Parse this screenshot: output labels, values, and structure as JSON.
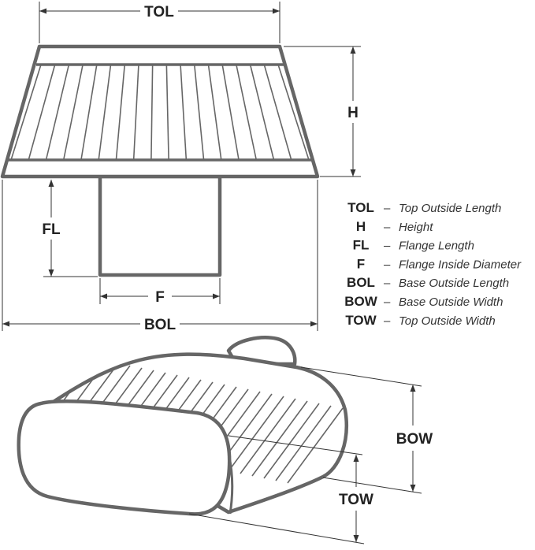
{
  "dimensions": {
    "tol": "TOL",
    "h": "H",
    "fl": "FL",
    "f": "F",
    "bol": "BOL",
    "bow": "BOW",
    "tow": "TOW"
  },
  "legend": [
    {
      "code": "TOL",
      "dash": "–",
      "desc": "Top Outside Length"
    },
    {
      "code": "H",
      "dash": "–",
      "desc": "Height"
    },
    {
      "code": "FL",
      "dash": "–",
      "desc": "Flange Length"
    },
    {
      "code": "F",
      "dash": "–",
      "desc": "Flange Inside Diameter"
    },
    {
      "code": "BOL",
      "dash": "–",
      "desc": "Base Outside Length"
    },
    {
      "code": "BOW",
      "dash": "–",
      "desc": "Base Outside Width"
    },
    {
      "code": "TOW",
      "dash": "–",
      "desc": "Top Outside Width"
    }
  ]
}
